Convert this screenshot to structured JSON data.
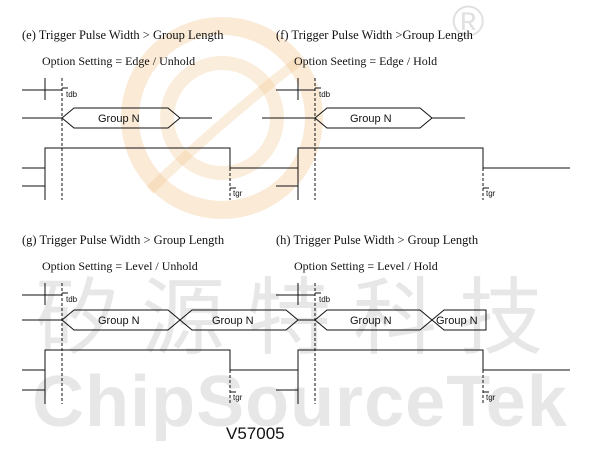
{
  "watermark": {
    "chinese": "矽源特科技",
    "english": "ChipSourceTek",
    "registered": "®"
  },
  "part_code": "V57005",
  "panels": [
    {
      "title": "(e) Trigger Pulse Width > Group Length",
      "option": "Option Setting = Edge / Unhold",
      "groups": [
        "Group N"
      ],
      "tdb": "tdb",
      "tgr": "tgr"
    },
    {
      "title": "(f) Trigger Pulse Width >Group Length",
      "option": "Option Seeting = Edge / Hold",
      "groups": [
        "Group N"
      ],
      "tdb": "tdb",
      "tgr": "tgr"
    },
    {
      "title": "(g) Trigger Pulse Width > Group Length",
      "option": "Option Setting = Level / Unhold",
      "groups": [
        "Group N",
        "Group N"
      ],
      "tdb": "tdb",
      "tgr": "tgr"
    },
    {
      "title": "(h) Trigger Pulse Width > Group Length",
      "option": "Option Setting = Level / Hold",
      "groups": [
        "Group N",
        "Group N"
      ],
      "tdb": "tdb",
      "tgr": "tgr"
    }
  ],
  "colors": {
    "line": "#111111",
    "logo_orange": "#f2c48a",
    "watermark": "#b0b0b0"
  }
}
